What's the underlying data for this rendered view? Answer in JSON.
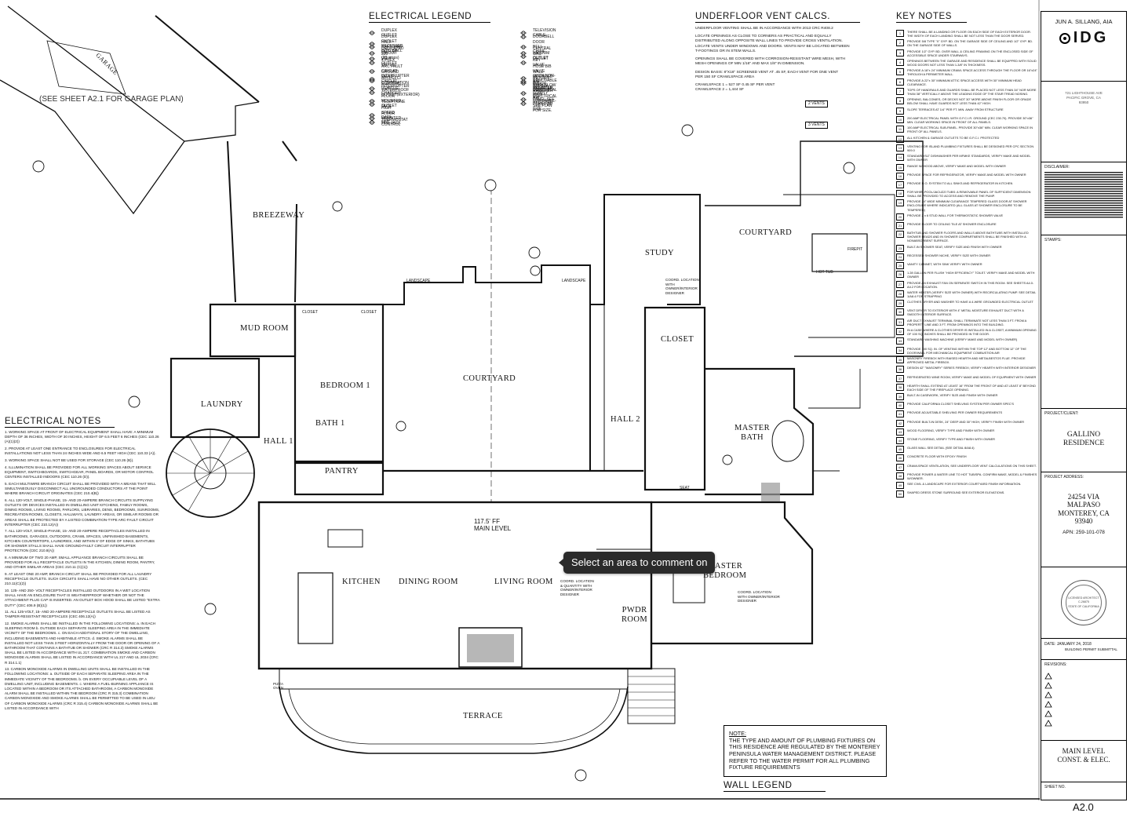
{
  "legend": {
    "electrical_title": "ELECTRICAL LEGEND",
    "left_items": [
      "DUPLEX OUTLET",
      "DUPLEX OUTLET RECESSED INTO WALL",
      "HALF SWITCHED OUTLET",
      "DEDICATED CIRCUIT (20 amps)",
      "220 VOLT OUTLET",
      "4 PLEX OUTLET",
      "ARC FAULT CIRCUIT INTERRUPTER",
      "GROUND FAULT CIRCUIT INTERRUPTER",
      "AFCI/GFCI COMBINATION",
      "ELECTRIC VEHICLE CHARGER",
      "WATERPROOF OUTLET(EXTERIOR)",
      "FLOOR MOUNTED OUTLET",
      "TELEPHONE JACK",
      "HIGH SPEED DATA LINE",
      "FLOOR MOUNTED TEL. JACK",
      "THERMOSTAT CONTROL"
    ],
    "right_items": [
      "TELEVISION CABLE",
      "DOORBELL",
      "DOOR BELL CHIME",
      "CENTRAL VACUUM OUTLET",
      "GAS OUTLET",
      "KEY VALVE",
      "HOSE BIB VALVE (WITH NON-REMOVABLE BACK FLOW DEVICE)",
      "WALL MOUNTED AIR SUPPLY REGISTER",
      "RETURN AIR REGISTER",
      "FLOOR MOUNTED SUPPLY AIR REGISTER",
      "ELECTRICAL MAIN PANEL-SEE PLAN FOR SIZE.",
      "ELECTRICAL SUB-PANEL-SEE PLAN FOR SIZE."
    ]
  },
  "vent": {
    "title": "UNDERFLOOR VENT CALCS.",
    "lines": [
      "UNDERFLOOR VENTING SHALL BE IN ACCORDANCE WITH 2013 CRC R408.2",
      "LOCATE OPENINGS AS CLOSE TO CORNERS AS PRACTICAL AND EQUALLY",
      "DISTRIBUTED ALONG OPPOSITE WALL LINES TO PROVIDE CROSS VENTILATION.",
      "LOCATE VENTS UNDER WINDOWS AND DOORS. VENTS MAY BE LOCATED BETWEEN",
      "T-FOOTINGS OR IN STEM WALLS.",
      "OPENINGS SHALL BE COVERED WITH CORROSION-RESISTANT WIRE MESH, WITH",
      "MESH OPENINGS OF MIN 1/16\" AND MAX 1/8\" IN DIMENSION.",
      "DESIGN BASIS: 8\"X16\" SCREENED VENT AT .45 SF, EACH VENT FOR ONE VENT",
      "PER 150 SF CRAWLSPACE AREA",
      "CRAWLSPACE 1 = 527 SF    0.45 SF PER VENT",
      "CRAWLSPACE 2 = 1,444 SF"
    ],
    "vents1": "2 VENTS",
    "vents2": "3 VENTS"
  },
  "key_notes_title": "KEY NOTES",
  "key_notes": [
    {
      "n": "1",
      "t": "THERE SHALL BE A LANDING OR FLOOR ON EACH SIDE OF EACH EXTERIOR DOOR. THE WIDTH OF EACH LANDING SHALL BE NOT LESS THAN THE DOOR SERVED."
    },
    {
      "n": "2",
      "t": "PROVIDE 5/8 TYPE \"X\" GYP. BD. ON THE GARAGE SIDE OF CEILING AND 1/2\" GYP. BD. ON THE GARAGE SIDE OF WALLS."
    },
    {
      "n": "3",
      "t": "PROVIDE 1/2\" GYP. BD. OVER WALL & CEILING FRAMING ON THE ENCLOSED SIDE OF ACCESSIBLE SPACE UNDER STAIRWAYS."
    },
    {
      "n": "4",
      "t": "OPENINGS BETWEEN THE GARAGE AND RESIDENCE SHALL BE EQUIPPED WITH SOLID WOOD DOORS NOT LESS THAN 1-3/8\" IN THICKNESS."
    },
    {
      "n": "5",
      "t": "PROVIDE A 18\"x 24\" MINIMUM CRAWL SPACE ACCESS THROUGH THE FLOOR OR 16\"x24\" THROUGH A PERIMETER WALL."
    },
    {
      "n": "6",
      "t": "PROVIDE A 22\"x 30\" MINIMUM ATTIC SPACE ACCESS WITH 30\" MINIMUM HEAD CLEARANCE."
    },
    {
      "n": "7",
      "t": "TOPS OF HANDRAILS AND GUARDS SHALL BE PLACED NOT LESS THAN 34\" NOR MORE THAN 38\" VERTICALLY ABOVE THE LEADING EDGE OF THE STAIR TREAD NOSING."
    },
    {
      "n": "8",
      "t": "OPENING, BALCONIES, OR DECKS NOT 30\" MORE ABOVE FINISH FLOOR OR GRADE BELOW SHALL HAVE GUARDS NOT LESS THAN 42\" HIGH."
    },
    {
      "n": "9",
      "t": "SLOPE TERRACES AT 1/4\" PER FT. MIN. AWAY FROM STRUCTURE"
    },
    {
      "n": "10",
      "t": "200 AMP ELECTRICAL PANEL WITH G.F.C.I.R. GROUND (CEC 230.70). PROVIDE 30\"x36\" MIN. CLEAR WORKING SPACE IN FRONT OF ALL PANELS."
    },
    {
      "n": "11",
      "t": "100 AMP ELECTRICAL SUB-PANEL. PROVIDE 30\"x36\" MIN. CLEAR WORKING SPACE IN FRONT OF ALL PANELS."
    },
    {
      "n": "12",
      "t": "ALL KITCHEN & GARAGE OUTLETS TO BE G.F.C.I. PROTECTED"
    },
    {
      "n": "13",
      "t": "VENTING FOR ISLAND PLUMBING FIXTURES SHALL BE DESIGNED PER CPC SECTION 909.0"
    },
    {
      "n": "14",
      "t": "STANDARD/SLT DISHWASHER PER MFMKE STANDARDS, VERIFY MAKE AND MODEL WITH OWNER"
    },
    {
      "n": "15",
      "t": "RANGE W/ HOOD ABOVE, VERIFY MAKE AND MODEL WITH OWNER"
    },
    {
      "n": "16",
      "t": "PROVIDE SPACE FOR REFRIGERATOR, VERIFY MAKE AND MODEL WITH OWNER"
    },
    {
      "n": "17",
      "t": "PROVIDE R.O. SYSTEM TO ALL SINKS AND REFRIGERATOR IN KITCHEN"
    },
    {
      "n": "18",
      "t": "FOR WHIRLPOOL/JACUZZI TUBS: A REMOVABLE PANEL OF SUFFICIENT DIMENSION SHALL BE PROVIDED TO ACCESS AND REMOVE THE PUMP."
    },
    {
      "n": "19",
      "t": "PROVIDE 24\" WIDE MINIMUM CLEARANCE TEMPERED GLASS DOOR AT SHOWER ENCLOSURE WHERE INDICATED (ALL GLASS AT SHOWER ENCLOSURE TO BE TEMPERED)"
    },
    {
      "n": "20",
      "t": "PROVIDE 2 x 6 STUD WALL FOR THERMOSTATIC SHOWER VALVE"
    },
    {
      "n": "21",
      "t": "PROVIDE FLOOR TO CEILING TILE AT SHOWER ENCLOSURE"
    },
    {
      "n": "22",
      "t": "BATHTUB AND SHOWER FLOORS AND WALLS ABOVE BATHTUBS WITH INSTALLED SHOWER HEADS AND IN SHOWER COMPARTMENTS SHALL BE FINISHED WITH A NONABSORBENT SURFACE."
    },
    {
      "n": "23",
      "t": "BUILT-IN SHOWER SEAT, VERIFY SIZE AND FINISH WITH OWNER"
    },
    {
      "n": "24",
      "t": "RECESSED SHOWER NICHE, VERIFY SIZE WITH OWNER"
    },
    {
      "n": "25",
      "t": "VANITY CABINET, WITH SINK VERIFY WITH OWNER"
    },
    {
      "n": "26",
      "t": "1.28 GALLON PER FLUSH \"HIGH EFFICIENCY\" TOILET. VERIFY MAKE AND MODEL WITH OWNER"
    },
    {
      "n": "27",
      "t": "PROVIDE AN EXHAUST FAN ON SEPARATE SWITCH IN THIS ROOM. SEE SHEETS A4.0-A4.2 FOR LOCATION."
    },
    {
      "n": "28",
      "t": "WATER HEATER (VERIFY SIZE WITH OWNER) WITH RECIRCULATING PUMP. SEE DETAIL 1/A8.4 FOR STRAPPING"
    },
    {
      "n": "29",
      "t": "CLOTHES DRYER AND WASHER TO HAVE A 4-WIRE GROUNDED ELECTRICAL OUTLET"
    },
    {
      "n": "30",
      "t": "VENT DRYER TO EXTERIOR WITH 4\" METAL MOISTURE EXHAUST DUCT WITH A SMOOTH INTERIOR SURFACE."
    },
    {
      "n": "31",
      "t": "AIR DUCT EXHAUST TERMINAL SHALL TERMINATE NOT LESS THAN 3 FT. FROM A PROPERTY LINE AND 3 FT. FROM OPENINGS INTO THE BUILDING."
    },
    {
      "n": "32",
      "t": "IN A CASE WHERE A CLOTHES DRYER IS INSTALLED IN A CLOSET, A MINIMUM OPENING OF 100 SQ. INCHES SHALL BE PROVIDED IN THE DOOR."
    },
    {
      "n": "33",
      "t": "STANDARD WASHING MACHINE (VERIFY MAKE AND MODEL WITH OWNER)"
    },
    {
      "n": "34",
      "t": "PROVIDE 100 SQ. IN. OF VENTING WITHIN THE TOP 12\" AND BOTTOM 12\" OF THE DOOR/WALL FOR MECHANICAL EQUIPMENT COMBUSTION AIR"
    },
    {
      "n": "35",
      "t": "MASONRY FIREBOX WITH RAISED HEARTH AND METALBESTOS FLUE. PROVIDE APPROVED METAL FIREBOX."
    },
    {
      "n": "36",
      "t": "DESIGN 42\" \"MASONRY\" SERIES FIREBOX; VERIFY HEARTH WITH INTERIOR DESIGNER"
    },
    {
      "n": "37",
      "t": "REFRIGERATED WINE ROOM, VERIFY MAKE AND MODEL OF EQUIPMENT WITH OWNER"
    },
    {
      "n": "38",
      "t": "HEARTH SHALL EXTEND AT LEAST 16\" FROM THE FRONT OF AND AT LEAST 8\" BEYOND EACH SIDE OF THE FIREPLACE OPENING."
    },
    {
      "n": "39",
      "t": "BUILT-IN CASEWORK, VERIFY SIZE AND FINISH WITH OWNER"
    },
    {
      "n": "40",
      "t": "PROVIDE CALIFORNIA CLOSET SHELVING SYSTEM PER OWNER SPEC'S"
    },
    {
      "n": "41",
      "t": "PROVIDE ADJUSTABLE SHELVING PER OWNER REQUIREMENTS"
    },
    {
      "n": "42",
      "t": "PROVIDE BUILT-IN DESK, 24\" DEEP AND 30\" HIGH, VERIFY FINISH WITH OWNER"
    },
    {
      "n": "43",
      "t": "WOOD FLOORING, VERIFY TYPE AND FINISH WITH OWNER"
    },
    {
      "n": "44",
      "t": "STONE FLOORING, VERIFY TYPE AND FINISH WITH OWNER"
    },
    {
      "n": "45",
      "t": "GLASS WALL SEE DETAIL (SEE DETAIL 8/A8.4)"
    },
    {
      "n": "46",
      "t": "CONCRETE FLOOR WITH EPOXY FINISH"
    },
    {
      "n": "47",
      "t": "CRAWLSPACE VENTILATION, SEE UNDERFLOOR VENT CALCULATIONS ON THIS SHEET."
    },
    {
      "n": "48",
      "t": "PROVIDE POWER & WATER LINE TO HOT TUB/SPA. CONFIRM MAKE, MODEL & FINISHES W/OWNER."
    },
    {
      "n": "49",
      "t": "SEE CIVIL & LANDSCAPE FOR EXTERIOR COURTYARD FINISH INFORMATION."
    },
    {
      "n": "50",
      "t": "SHAPED DRESS STONE SURROUND SEE EXTERIOR ELEVATIONS."
    }
  ],
  "electrical_notes": {
    "title": "ELECTRICAL NOTES",
    "items": [
      "1. WORKING SPACE AT FRONT OF ELECTRICAL EQUIPMENT SHALL HAVE: A MINIMUM DEPTH OF 36 INCHES, WIDTH OF 30 INCHES, HEIGHT OF 6.5 FEET 6 INCHES (CEC 110.26 (A)(1)(2))",
      "2. PROVIDE AT LEAST ONE ENTRANCE TO ENCLOSURES FOR ELECTRICAL INSTALLATIONS NOT LESS THAN 24 INCHES WIDE AND 6.5 FEET HIGH (CEC 110.33 (A)).",
      "3. WORKING SPACE SHALL NOT BE USED FOR STORAGE (CEC 110.26 (B)).",
      "4. ILLUMINATION SHALL BE PROVIDED FOR ALL WORKING SPACES ABOUT SERVICE EQUIPMENT, SWITCHBOARDS, SWITCHGEAR, PANEL BOARDS, OR MOTOR CONTROL CENTERS INSTALLED INDOORS (CEC 110.26 (D)).",
      "5. EACH MULTIWIRE BRANCH CIRCUIT SHALL BE PROVIDED WITH A MEANS THAT WILL SIMULTANEOUSLY DISCONNECT ALL UNGROUNDED CONDUCTORS AT THE POINT WHERE BRANCH CIRCUIT ORIGINATES (CEC 210.4(B))",
      "6. ALL 120-VOLT, SINGLE-PHASE, 15- AND 20-AMPERE BRANCH CIRCUITS SUPPLYING OUTLETS OR DEVICES INSTALLED IN DWELLING UNIT KITCHENS, FAMILY ROOMS, DINING ROOMS, LIVING ROOMS, PARLORS, LIBRARIES, DENS, BEDROOMS, SUNROOMS, RECREATION ROOMS, CLOSETS, HALLWAYS, LAUNDRY AREAS, OR SIMILAR ROOMS OR AREAS SHALL BE PROTECTED BY A LISTED COMBINATION-TYPE ARC-FAULT CIRCUIT INTERRUPTER (CEC 210.12(A))",
      "7. ALL 120-VOLT, SINGLE-PHASE, 15- AND 20-AMPERE RECEPTACLES INSTALLED IN BATHROOMS, GARAGES, OUTDOORS, CRAWL SPACES, UNFINISHED BASEMENTS, KITCHEN COUNTERTOPS, LAUNDRIES, AND WITHIN 6' OF EDGE OF SINKS, BATHTUBS OR SHOWER STALLS SHALL HAVE GROUND-FAULT CIRCUIT INTERRUPTER PROTECTION (CEC 210.8(A))",
      "8. A MINIMUM OF TWO 20 AMP, SMALL APPLIANCE BRANCH CIRCUITS SHALL BE PROVIDED FOR ALL RECEPTACLE OUTLETS IN THE KITCHEN, DINING ROOM, PANTRY, AND OTHER SIMILAR AREAS (CEC 210.11 (C)(1))",
      "9. AT LEAST ONE 20 AMP, BRANCH CIRCUIT SHALL BE PROVIDED FOR ALL LAUNDRY RECEPTACLE OUTLETS. SUCH CIRCUITS SHALL HAVE NO OTHER OUTLETS. (CEC 210.11(C)(2))",
      "10. 125- AND 250- VOLT RECEPTACLES INSTALLED OUTDOORS IN A WET LOCATION SHALL HAVE AN ENCLOSURE THAT IS WEATHERPROOF WHETHER OR NOT THE ATTACHMENT PLUG CAP IS INSERTED. AN OUTLET BOX HOOD SHALL BE LISTED \"EXTRA DUTY\" (CEC 406.9 (B)(1))",
      "11. ALL 125-VOLT, 15- AND 20-AMPERE RECEPTACLE OUTLETS SHALL BE LISTED AS TAMPER-RESISTANT RECEPTACLES (CEC 406.12(A))",
      "12. SMOKE ALARMS SHALL BE INSTALLED IN THE FOLLOWING LOCATIONS: a. IN EACH SLEEPING ROOM b. OUTSIDE EACH SEPARATE SLEEPING AREA IN THE IMMEDIATE VICINITY OF THE BEDROOMS. c. ON EACH ADDITIONAL STORY OF THE DWELLING, INCLUDING BASEMENTS AND HABITABLE ATTICS. d. SMOKE ALARMS SHALL BE INSTALLED NOT LESS THAN 3 FEET HORIZONTALLY FROM THE DOOR OR OPENING OF A BATHROOM THAT CONTAINS A BATHTUB OR SHOWER (CRC R 314.3) SMOKE ALARMS SHALL BE LISTED IN ACCORDANCE WITH UL 217. COMBINATION SMOKE AND CARBON MONOXIDE ALARMS SHALL BE LISTED IN ACCORDANCE WITH UL 217 AND UL 2034 (CRC R 314.1.1)",
      "13. CARBON MONOXIDE ALARMS IN DWELLING UNITS SHALL BE INSTALLED IN THE FOLLOWING LOCATIONS: a. OUTSIDE OF EACH SEPARATE SLEEPING AREA IN THE IMMEDIATE VICINITY OF THE BEDROOMS. b. ON EVERY OCCUPIABLE LEVEL OF A DWELLING UNIT, INCLUDING BASEMENTS. c. WHERE A FUEL-BURNING APPLIANCE IS LOCATED WITHIN A BEDROOM OR ITS ATTACHED BATHROOM, A CARBON MONOXIDE ALARM SHALL BE INSTALLED WITHIN THE BEDROOM (CRC R 315.3) COMBINATION CARBON MONOXIDE AND SMOKE ALARMS SHALL BE PERMITTED TO BE USED IN LIEU OF CARBON MONOXIDE ALARMS (CRC R 315.4) CARBON MONOXIDE ALARMS SHALL BE LISTED IN ACCORDANCE WITH"
    ]
  },
  "rooms": {
    "garage": "GARAGE",
    "garage_note": "(SEE SHEET A2.1 FOR GARAGE PLAN)",
    "breezeway": "BREEZEWAY",
    "mud_room": "MUD ROOM",
    "laundry": "LAUNDRY",
    "hall1": "HALL 1",
    "bedroom1": "BEDROOM 1",
    "bath1": "BATH 1",
    "pantry": "PANTRY",
    "closet_a": "CLOSET",
    "closet_b": "CLOSET",
    "courtyard_main": "COURTYARD",
    "courtyard_east": "COURTYARD",
    "study": "STUDY",
    "closet_main": "CLOSET",
    "hall2": "HALL 2",
    "master_bath": "MASTER\nBATH",
    "kitchen": "KITCHEN",
    "dining": "DINING ROOM",
    "living": "LIVING ROOM",
    "master_bedroom": "MASTER\nBEDROOM",
    "pwdr": "PWDR\nROOM",
    "terrace": "TERRACE",
    "landscape1": "LANDSCAPE",
    "landscape2": "LANDSCAPE",
    "hot_tub": "HOT TUB",
    "firepit": "FIREPIT",
    "seat": "SEAT",
    "pizza_oven": "PIZZA\nOVEN",
    "level_note": "117.5' FF\nMAIN LEVEL",
    "coord_note1": "COORD. LOCATION\nWITH\nOWNER/INTERIOR\nDESIGNER",
    "coord_note2": "COORD. LOCATION\n& QUANTITY WITH\nOWNER/INTERIOR\nDESIGNER",
    "coord_note3": "COORD. LOCATION\nWITH OWNER/INTERIOR\nDESIGNER"
  },
  "plumbing_note": {
    "heading": "NOTE:",
    "text": "THE TYPE AND AMOUNT OF PLUMBING FIXTURES ON THIS RESIDENCE ARE REGULATED BY THE MONTEREY PENINSULA WATER MANAGEMENT DISTRICT. PLEASE REFER TO THE WATER PERMIT FOR ALL PLUMBING FIXTURE REQUIREMENTS"
  },
  "wall_legend_title": "WALL LEGEND",
  "comment_tooltip": "Select an area to comment on",
  "title_block": {
    "architect": "JUN A. SILLANG, AIA",
    "firm": "IDG",
    "address": "721 LIGHTHOUSE AVE\nPACIFIC GROVE, CA\n93950",
    "disclaimer_label": "DISCLAIMER:",
    "stamps_label": "STAMPS:",
    "project_client_label": "PROJECT/CLIENT:",
    "project_name": "GALLINO\nRESIDENCE",
    "project_address_label": "PROJECT ADDRESS:",
    "project_address": "24254 VIA\nMALPASO\nMONTEREY, CA\n93940",
    "apn": "APN:  259-101-078",
    "seal_text": "LICENSED ARCHITECT\nC-26875\nSTATE OF CALIFORNIA",
    "date_line": "DATE: JANUARY 24, 2018",
    "date_sub": "BUILDING PERMIT SUBMITTAL",
    "revisions_label": "REVISIONS:",
    "sheet_title": "MAIN LEVEL\nCONST. & ELEC.",
    "sheet_no_label": "SHEET NO.",
    "sheet_no": "A2.0"
  }
}
